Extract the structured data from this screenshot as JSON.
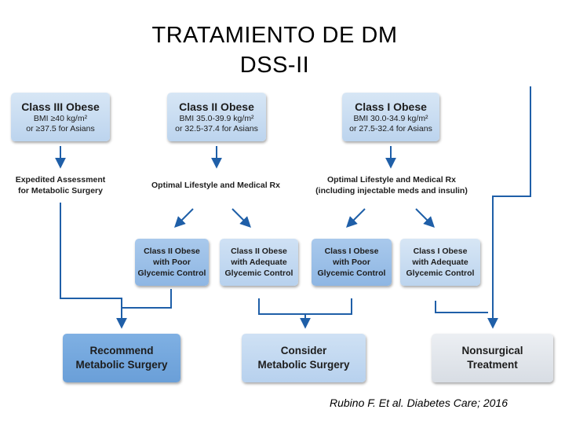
{
  "title": {
    "line1": "TRATAMIENTO DE DM",
    "line2": "DSS-II"
  },
  "classes": [
    {
      "name": "Class III Obese",
      "bmi": "BMI ≥40 kg/m²",
      "asian": "or ≥37.5 for Asians"
    },
    {
      "name": "Class II Obese",
      "bmi": "BMI 35.0-39.9 kg/m²",
      "asian": "or 32.5-37.4 for Asians"
    },
    {
      "name": "Class I Obese",
      "bmi": "BMI 30.0-34.9 kg/m²",
      "asian": "or 27.5-32.4 for Asians"
    }
  ],
  "steps": {
    "expedited": [
      "Expedited Assessment",
      "for Metabolic Surgery"
    ],
    "optimal_ii": "Optimal Lifestyle and Medical Rx",
    "optimal_i": [
      "Optimal Lifestyle and Medical Rx",
      "(including injectable meds and insulin)"
    ]
  },
  "subgroups": [
    [
      "Class II Obese",
      "with Poor",
      "Glycemic Control"
    ],
    [
      "Class II Obese",
      "with Adequate",
      "Glycemic Control"
    ],
    [
      "Class I Obese",
      "with Poor",
      "Glycemic Control"
    ],
    [
      "Class I Obese",
      "with Adequate",
      "Glycemic Control"
    ]
  ],
  "outcomes": [
    [
      "Recommend",
      "Metabolic Surgery"
    ],
    [
      "Consider",
      "Metabolic Surgery"
    ],
    [
      "Nonsurgical",
      "Treatment"
    ]
  ],
  "citation": "Rubino F. Et al. Diabetes Care; 2016",
  "colors": {
    "arrow": "#1f5fa8",
    "light_box": "#c6dbf1",
    "mid_box": "#9bbfe8",
    "dark_box": "#73a6dd",
    "gray_box": "#e0e4ea"
  }
}
